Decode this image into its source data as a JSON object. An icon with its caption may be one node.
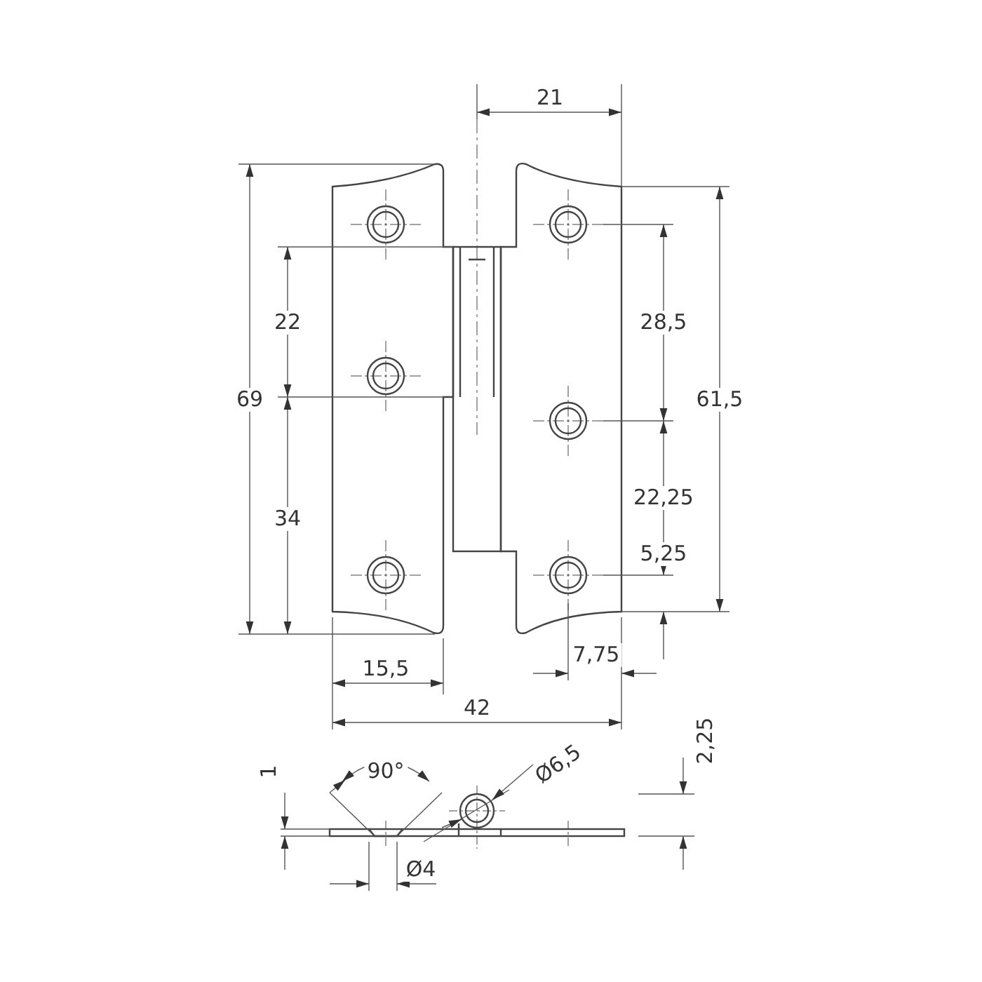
{
  "diagram": {
    "labels": [
      "21",
      "22",
      "28,5",
      "69",
      "61,5",
      "34",
      "22,25",
      "5,25",
      "7,75",
      "15,5",
      "42",
      "2,25",
      "Ø6,5",
      "1",
      "90°",
      "Ø4"
    ]
  }
}
